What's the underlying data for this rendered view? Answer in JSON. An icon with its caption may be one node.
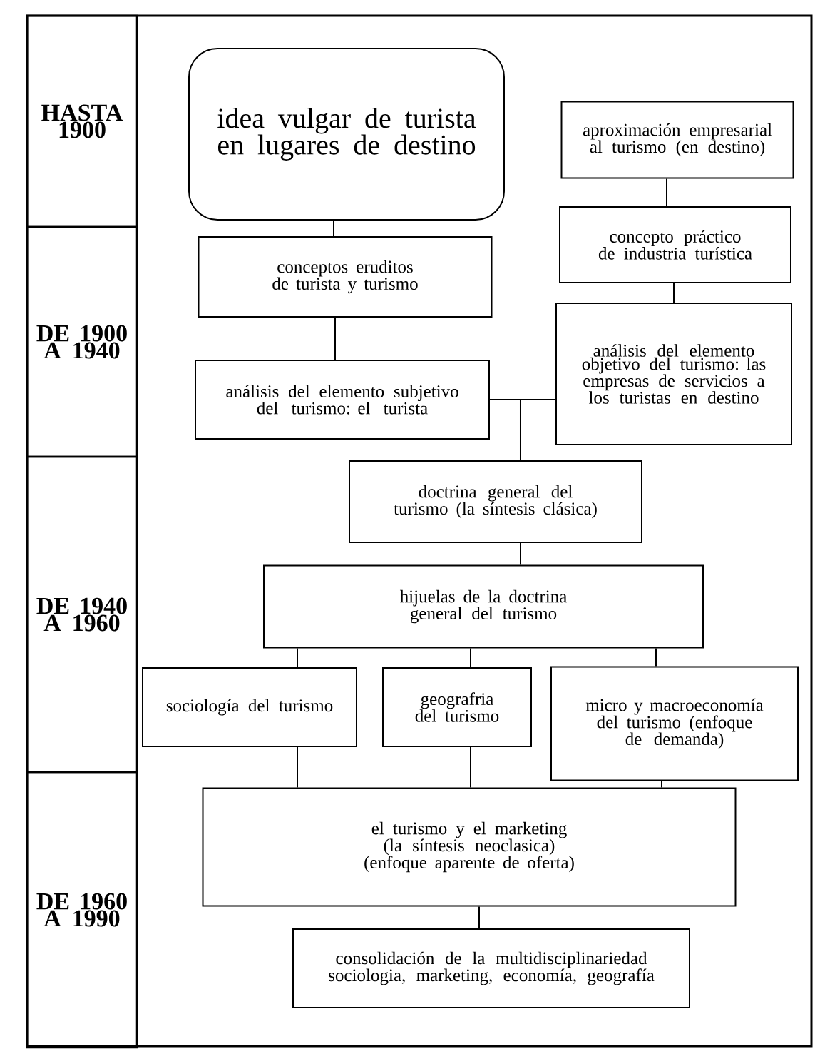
{
  "diagram": {
    "nodes": [
      {
        "text": [
          "HASTA 1900"
        ]
      },
      {
        "text": [
          "DE 1900 A 1940"
        ]
      },
      {
        "text": [
          "DE 1940 A 1960"
        ]
      },
      {
        "text": [
          "DE 1960 A 1990"
        ]
      },
      {
        "text": [
          "idea vulgar de turista en lugares de destino"
        ]
      },
      {
        "text": [
          "aproximación empresarial al turismo (en destino)"
        ]
      },
      {
        "text": [
          "conceptos eruditos de turista y turismo"
        ]
      },
      {
        "text": [
          "concepto práctico de industria turística"
        ]
      },
      {
        "text": [
          "análisis del elemento subjetivo del turismo: el turista"
        ]
      },
      {
        "text": [
          "análisis del elemento objetivo del turismo: las empresas de servicios a los turistas en destino"
        ]
      },
      {
        "text": [
          "doctrina general del turismo (la síntesis clásica)"
        ]
      },
      {
        "text": [
          "hijuelas de la doctrina general del turismo"
        ]
      },
      {
        "text": [
          "sociología del turismo"
        ]
      },
      {
        "text": [
          "geografria del turismo"
        ]
      },
      {
        "text": [
          "micro y macroeconomía del turismo (enfoque de demanda)"
        ]
      },
      {
        "text": [
          "el turismo y el marketing (la síntesis neoclasica) (enfoque aparente de oferta)"
        ]
      },
      {
        "text": [
          "consolidación de la multidisciplinariedad sociologia, marketing, economía, geografía"
        ]
      }
    ],
    "edges": [
      {
        "from": 4,
        "to": 6,
        "arrow": "none"
      },
      {
        "from": 6,
        "to": 8,
        "arrow": "none"
      },
      {
        "from": 5,
        "to": 7,
        "arrow": "none"
      },
      {
        "from": 7,
        "to": 9,
        "arrow": "none"
      },
      {
        "from": 8,
        "to": 10,
        "arrow": "none"
      },
      {
        "from": 9,
        "to": 10,
        "arrow": "none"
      },
      {
        "from": 10,
        "to": 11,
        "arrow": "none"
      },
      {
        "from": 11,
        "to": 12,
        "arrow": "none"
      },
      {
        "from": 11,
        "to": 13,
        "arrow": "none"
      },
      {
        "from": 11,
        "to": 14,
        "arrow": "none"
      },
      {
        "from": 12,
        "to": 15,
        "arrow": "none"
      },
      {
        "from": 13,
        "to": 15,
        "arrow": "none"
      },
      {
        "from": 14,
        "to": 15,
        "arrow": "none"
      },
      {
        "from": 15,
        "to": 16,
        "arrow": "none"
      }
    ]
  }
}
